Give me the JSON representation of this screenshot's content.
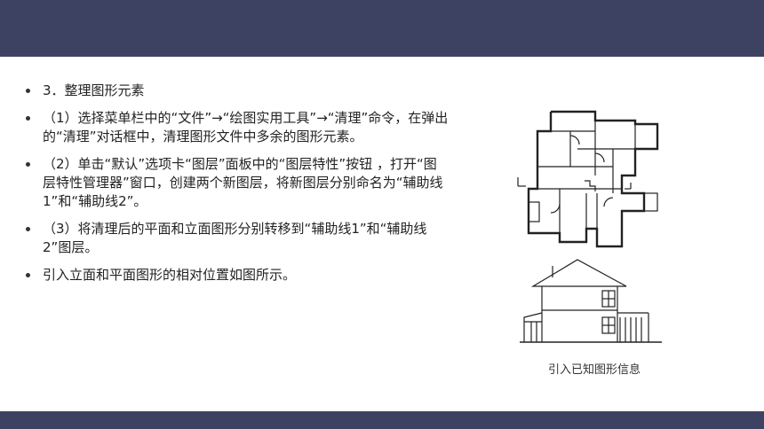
{
  "bullets": [
    "3．整理图形元素",
    "（1）选择菜单栏中的“文件”→“绘图实用工具”→“清理”命令，在弹出的“清理”对话框中，清理图形文件中多余的图形元素。",
    "（2）单击“默认”选项卡“图层”面板中的“图层特性”按钮 ，打开“图层特性管理器”窗口，创建两个新图层，将新图层分别命名为“辅助线1”和“辅助线2”。",
    "（3）将清理后的平面和立面图形分别转移到“辅助线1”和“辅助线2”图层。",
    "引入立面和平面图形的相对位置如图所示。"
  ],
  "figure": {
    "caption": "引入已知图形信息"
  },
  "colors": {
    "band": "#3e4262",
    "line": "#222222"
  }
}
